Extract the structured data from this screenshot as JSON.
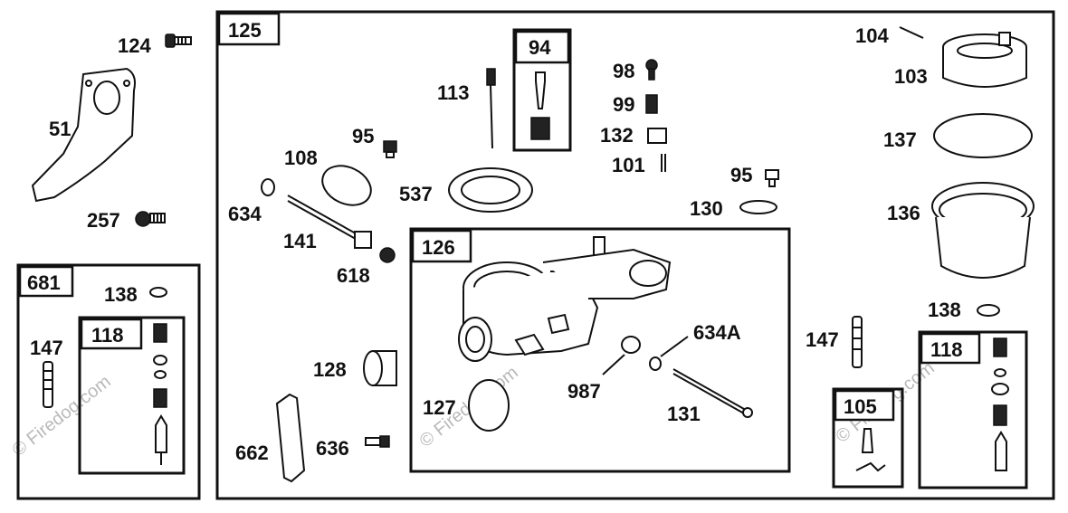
{
  "watermark": "© Firedog.com",
  "boxes": {
    "main": "125",
    "carb": "126",
    "kit_681": "681",
    "kit_681_inner": "118",
    "kit_94": "94",
    "kit_105": "105",
    "kit_118_right": "118"
  },
  "labels": {
    "p124": "124",
    "p51": "51",
    "p257": "257",
    "p138_left": "138",
    "p147_left": "147",
    "p113": "113",
    "p95_top": "95",
    "p108": "108",
    "p634": "634",
    "p141": "141",
    "p618": "618",
    "p537": "537",
    "p98": "98",
    "p99": "99",
    "p132": "132",
    "p101": "101",
    "p95_right": "95",
    "p130": "130",
    "p128": "128",
    "p127": "127",
    "p662": "662",
    "p636": "636",
    "p634A": "634A",
    "p987": "987",
    "p131": "131",
    "p104": "104",
    "p103": "103",
    "p137": "137",
    "p136": "136",
    "p138_right": "138",
    "p147_right": "147"
  }
}
